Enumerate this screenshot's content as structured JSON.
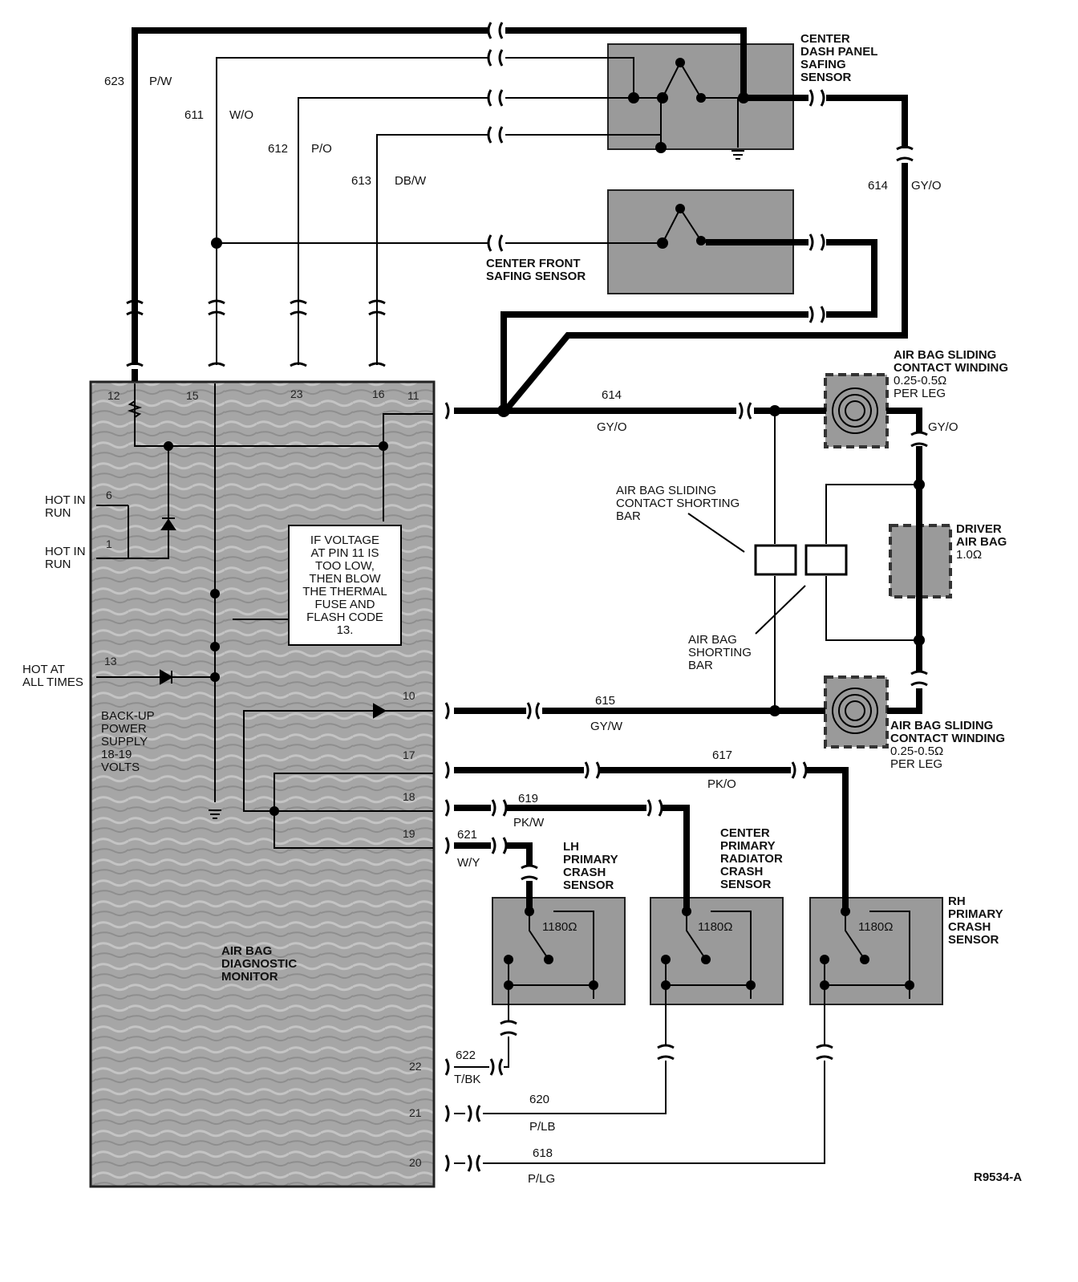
{
  "wires": {
    "w623": {
      "num": "623",
      "color": "P/W"
    },
    "w611": {
      "num": "611",
      "color": "W/O"
    },
    "w612": {
      "num": "612",
      "color": "P/O"
    },
    "w613": {
      "num": "613",
      "color": "DB/W"
    },
    "w614_top": {
      "num": "614",
      "color": "GY/O"
    },
    "w614": {
      "num": "614",
      "color": "GY/O"
    },
    "w614_right": {
      "color": "GY/O"
    },
    "w615": {
      "num": "615",
      "color": "GY/W"
    },
    "w617": {
      "num": "617",
      "color": "PK/O"
    },
    "w619": {
      "num": "619",
      "color": "PK/W"
    },
    "w621": {
      "num": "621",
      "color": "W/Y"
    },
    "w622": {
      "num": "622",
      "color": "T/BK"
    },
    "w620": {
      "num": "620",
      "color": "P/LB"
    },
    "w618": {
      "num": "618",
      "color": "P/LG"
    }
  },
  "pins": {
    "p12": "12",
    "p15": "15",
    "p23": "23",
    "p16": "16",
    "p11": "11",
    "p6": "6",
    "p1": "1",
    "p13": "13",
    "p10": "10",
    "p17": "17",
    "p18": "18",
    "p19": "19",
    "p22": "22",
    "p21": "21",
    "p20": "20"
  },
  "labels": {
    "center_dash": [
      "CENTER",
      "DASH PANEL",
      "SAFING",
      "SENSOR"
    ],
    "center_front": [
      "CENTER FRONT",
      "SAFING SENSOR"
    ],
    "sliding_top": [
      "AIR BAG SLIDING",
      "CONTACT WINDING",
      "0.25-0.5Ω",
      "PER LEG"
    ],
    "sliding_bottom": [
      "AIR BAG SLIDING",
      "CONTACT WINDING",
      "0.25-0.5Ω",
      "PER LEG"
    ],
    "shorting_bar_contact": [
      "AIR BAG SLIDING",
      "CONTACT SHORTING",
      "BAR"
    ],
    "shorting_bar": [
      "AIR BAG",
      "SHORTING",
      "BAR"
    ],
    "driver_airbag": [
      "DRIVER",
      "AIR BAG",
      "1.0Ω"
    ],
    "hot_in_run_1": [
      "HOT IN",
      "RUN"
    ],
    "hot_in_run_2": [
      "HOT IN",
      "RUN"
    ],
    "hot_all_times": [
      "HOT AT",
      "ALL TIMES"
    ],
    "backup": [
      "BACK-UP",
      "POWER",
      "SUPPLY",
      "18-19",
      "VOLTS"
    ],
    "note": [
      "IF VOLTAGE",
      "AT PIN 11 IS",
      "TOO LOW,",
      "THEN BLOW",
      "THE THERMAL",
      "FUSE AND",
      "FLASH CODE",
      "13."
    ],
    "monitor": [
      "AIR BAG",
      "DIAGNOSTIC",
      "MONITOR"
    ],
    "lh_sensor": [
      "LH",
      "PRIMARY",
      "CRASH",
      "SENSOR"
    ],
    "center_sensor": [
      "CENTER",
      "PRIMARY",
      "RADIATOR",
      "CRASH",
      "SENSOR"
    ],
    "rh_sensor": [
      "RH",
      "PRIMARY",
      "CRASH",
      "SENSOR"
    ],
    "res_lh": "1180Ω",
    "res_center": "1180Ω",
    "res_rh": "1180Ω",
    "figure_id": "R9534-A"
  }
}
